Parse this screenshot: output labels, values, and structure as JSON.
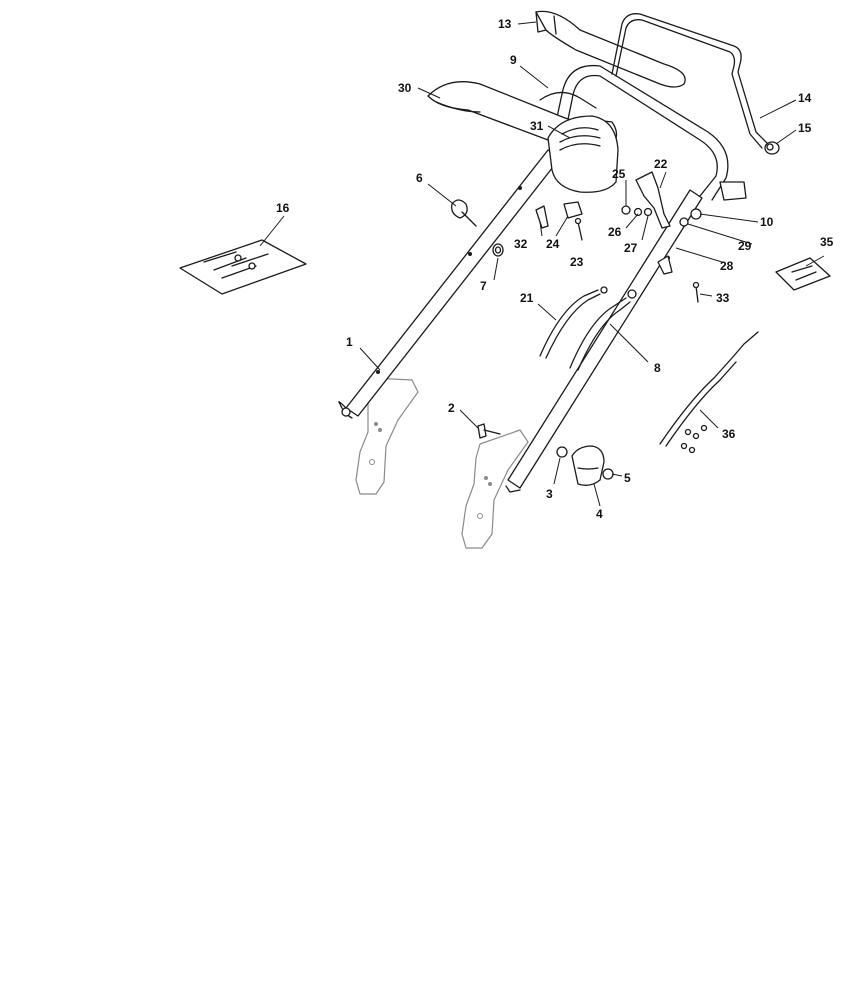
{
  "callouts": {
    "c1": "1",
    "c2": "2",
    "c3": "3",
    "c4": "4",
    "c5": "5",
    "c6": "6",
    "c7": "7",
    "c8": "8",
    "c9": "9",
    "c10": "10",
    "c13": "13",
    "c14": "14",
    "c15": "15",
    "c16": "16",
    "c21": "21",
    "c22": "22",
    "c23": "23",
    "c24": "24",
    "c25": "25",
    "c26": "26",
    "c27": "27",
    "c28": "28",
    "c29": "29",
    "c30": "30",
    "c31": "31",
    "c32": "32",
    "c33": "33",
    "c35": "35",
    "c36": "36"
  }
}
